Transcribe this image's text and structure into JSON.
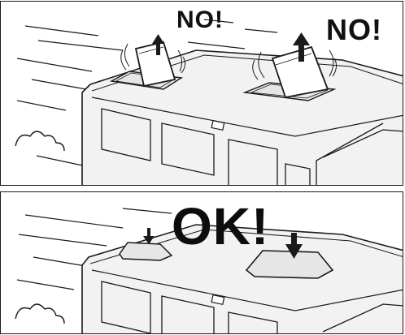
{
  "top_panel": {
    "label_left": "NO!",
    "label_right": "NO!"
  },
  "bottom_panel": {
    "label": "OK!"
  },
  "colors": {
    "ink": "#1a1a1a",
    "roof": "#f2f2f2",
    "vent": "#e6e6e6",
    "background": "#ffffff"
  }
}
